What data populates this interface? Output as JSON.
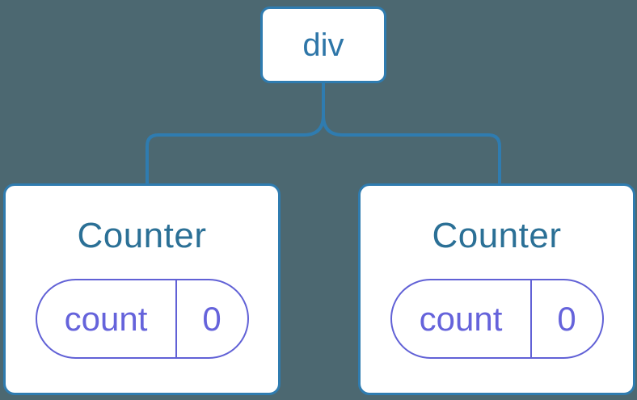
{
  "diagram": {
    "root": {
      "label": "div"
    },
    "counters": [
      {
        "title": "Counter",
        "state": {
          "name": "count",
          "value": "0"
        }
      },
      {
        "title": "Counter",
        "state": {
          "name": "count",
          "value": "0"
        }
      }
    ]
  },
  "colors": {
    "background": "#4C6871",
    "line_blue": "#2F7CB0",
    "root_label": "#2E76A8",
    "counter_title": "#2B7096",
    "state_border": "#6161D6",
    "state_text": "#6563DB",
    "node_fill": "#FFFFFF"
  }
}
